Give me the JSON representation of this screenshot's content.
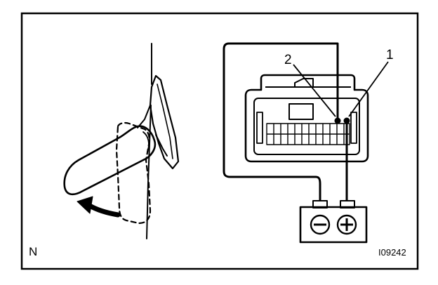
{
  "labels": {
    "terminal_1": "1",
    "terminal_2": "2",
    "view_letter": "N",
    "figure_id": "I09242"
  },
  "battery": {
    "negative_symbol": "minus-icon",
    "positive_symbol": "plus-icon"
  },
  "colors": {
    "line": "#000000",
    "background": "#ffffff"
  }
}
